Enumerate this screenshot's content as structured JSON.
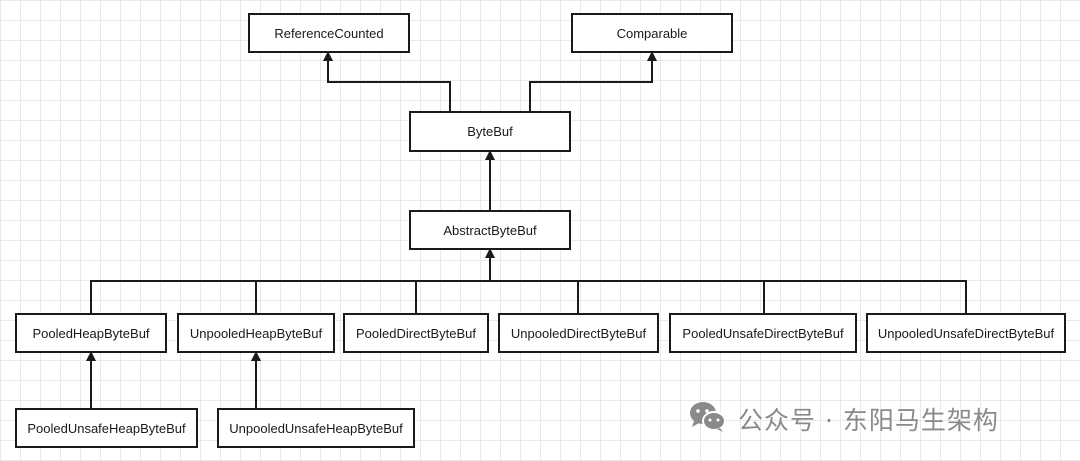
{
  "diagram": {
    "nodes": {
      "reference_counted": "ReferenceCounted",
      "comparable": "Comparable",
      "bytebuf": "ByteBuf",
      "abstract_bytebuf": "AbstractByteBuf",
      "pooled_heap": "PooledHeapByteBuf",
      "unpooled_heap": "UnpooledHeapByteBuf",
      "pooled_direct": "PooledDirectByteBuf",
      "unpooled_direct": "UnpooledDirectByteBuf",
      "pooled_unsafe_direct": "PooledUnsafeDirectByteBuf",
      "unpooled_unsafe_direct": "UnpooledUnsafeDirectByteBuf",
      "pooled_unsafe_heap": "PooledUnsafeHeapByteBuf",
      "unpooled_unsafe_heap": "UnpooledUnsafeHeapByteBuf"
    },
    "edges": [
      {
        "from": "bytebuf",
        "to": "reference_counted"
      },
      {
        "from": "bytebuf",
        "to": "comparable"
      },
      {
        "from": "abstract_bytebuf",
        "to": "bytebuf"
      },
      {
        "from": "pooled_heap",
        "to": "abstract_bytebuf"
      },
      {
        "from": "unpooled_heap",
        "to": "abstract_bytebuf"
      },
      {
        "from": "pooled_direct",
        "to": "abstract_bytebuf"
      },
      {
        "from": "unpooled_direct",
        "to": "abstract_bytebuf"
      },
      {
        "from": "pooled_unsafe_direct",
        "to": "abstract_bytebuf"
      },
      {
        "from": "unpooled_unsafe_direct",
        "to": "abstract_bytebuf"
      },
      {
        "from": "pooled_unsafe_heap",
        "to": "pooled_heap"
      },
      {
        "from": "unpooled_unsafe_heap",
        "to": "unpooled_heap"
      }
    ]
  },
  "watermark": {
    "text": "公众号 · 东阳马生架构",
    "icon": "wechat-icon",
    "color": "#8a8a8a"
  },
  "colors": {
    "line": "#1a1a1a",
    "grid": "#e9e9e9",
    "background": "#ffffff"
  }
}
